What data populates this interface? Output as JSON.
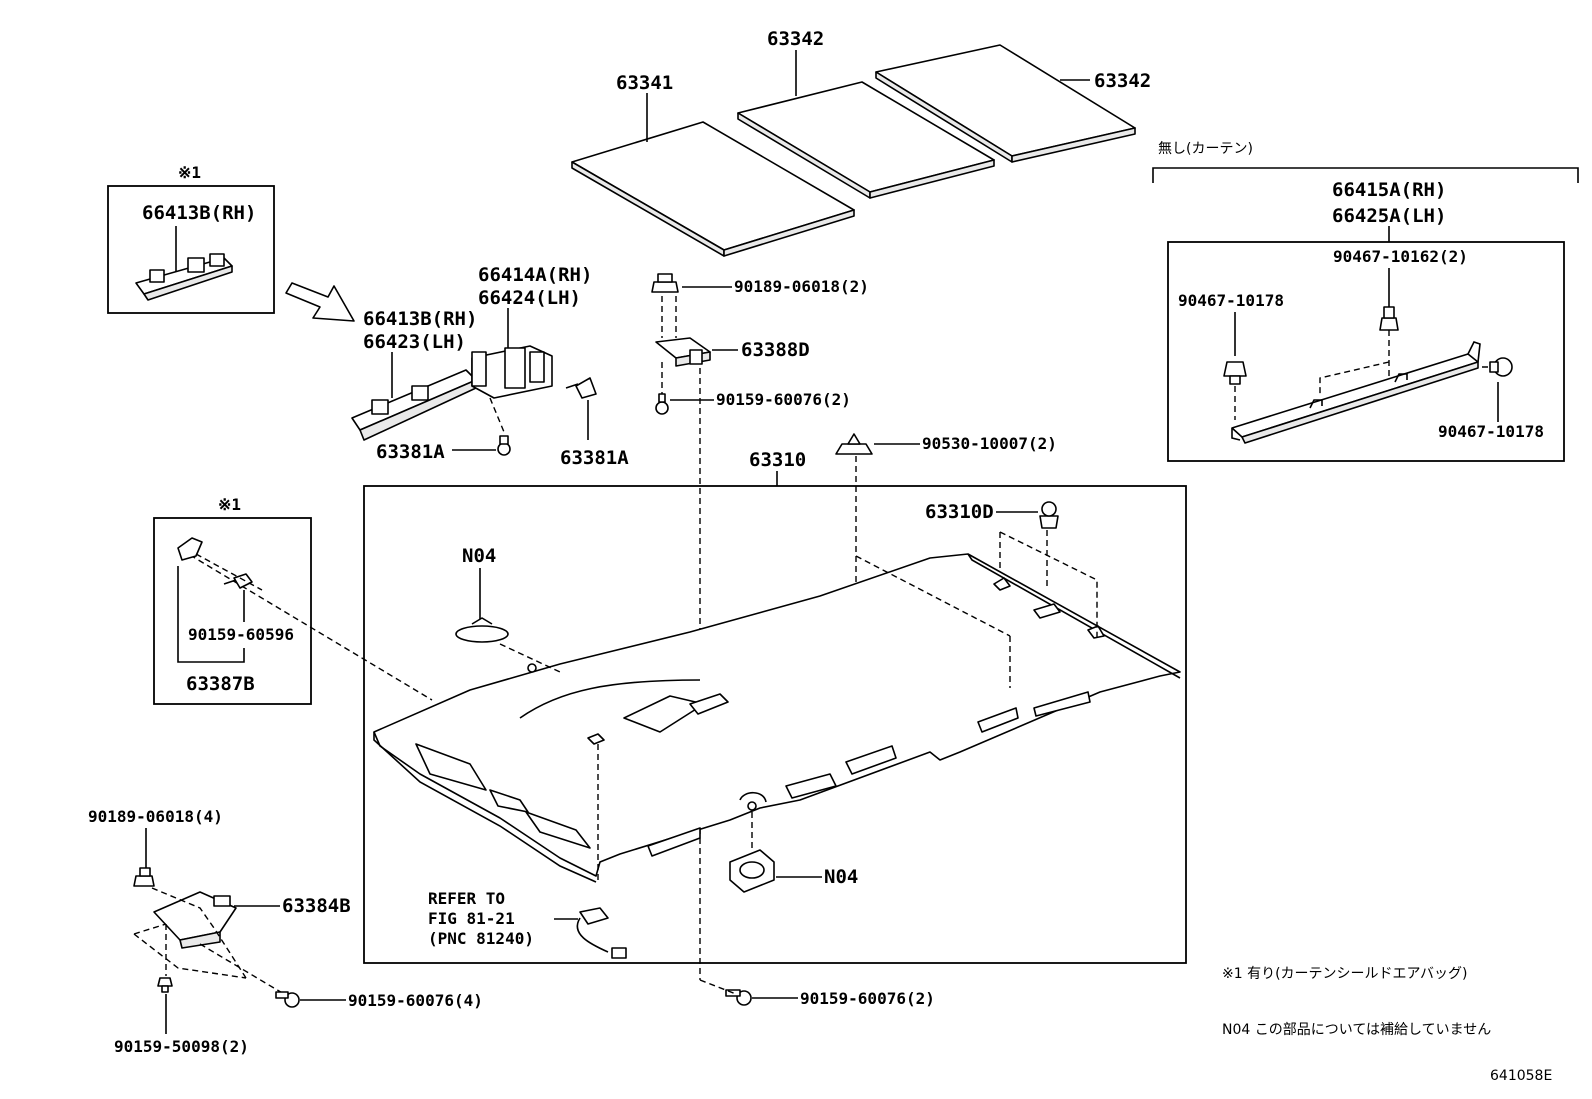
{
  "labels": {
    "p63342_top": "63342",
    "p63341": "63341",
    "p63342_right": "63342",
    "nashi_curtain": "無し(カーテン)",
    "p66415A": "66415A(RH)",
    "p66425A": "66425A(LH)",
    "p90467_10162": "90467-10162(2)",
    "p90467_10178_a": "90467-10178",
    "p90467_10178_b": "90467-10178",
    "mark1_top": "※1",
    "p66413B_box": "66413B(RH)",
    "p66414A": "66414A(RH)",
    "p66424": "66424(LH)",
    "p66413B": "66413B(RH)",
    "p66423": "66423(LH)",
    "p63381A_a": "63381A",
    "p63381A_b": "63381A",
    "p90189_06018_2": "90189-06018(2)",
    "p63388D": "63388D",
    "p90159_60076_2a": "90159-60076(2)",
    "p90530_10007": "90530-10007(2)",
    "p63310": "63310",
    "p63310D": "63310D",
    "n04_a": "N04",
    "mark1_mid": "※1",
    "p90159_60596": "90159-60596",
    "p63387B": "63387B",
    "p90189_06018_4": "90189-06018(4)",
    "p63384B": "63384B",
    "p90159_60076_4": "90159-60076(4)",
    "p90159_50098": "90159-50098(2)",
    "refer_1": "REFER TO",
    "refer_2": "FIG 81-21",
    "refer_3": "(PNC 81240)",
    "n04_b": "N04",
    "p90159_60076_2b": "90159-60076(2)",
    "note1": "※1 有り(カーテンシールドエアバッグ)",
    "note2": "N04 この部品については補給していません",
    "diagram_code": "641058E"
  }
}
